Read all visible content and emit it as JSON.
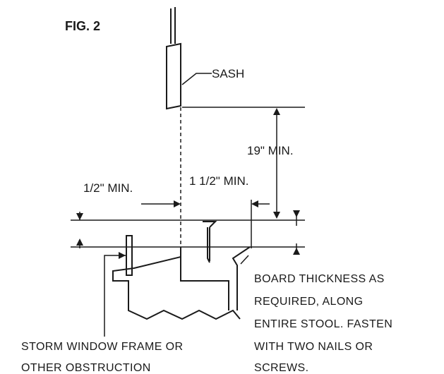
{
  "figure": {
    "title": "FIG. 2",
    "labels": {
      "sash": "SASH",
      "vertical_min": "19\" MIN.",
      "half_inch_min": "1/2\" MIN.",
      "one_half_inch_min": "1 1/2\" MIN.",
      "board_note": [
        "BOARD THICKNESS AS",
        "REQUIRED, ALONG",
        "ENTIRE STOOL. FASTEN",
        "WITH TWO NAILS OR",
        "SCREWS."
      ],
      "storm_note": [
        "STORM WINDOW FRAME OR",
        "OTHER OBSTRUCTION"
      ]
    }
  }
}
